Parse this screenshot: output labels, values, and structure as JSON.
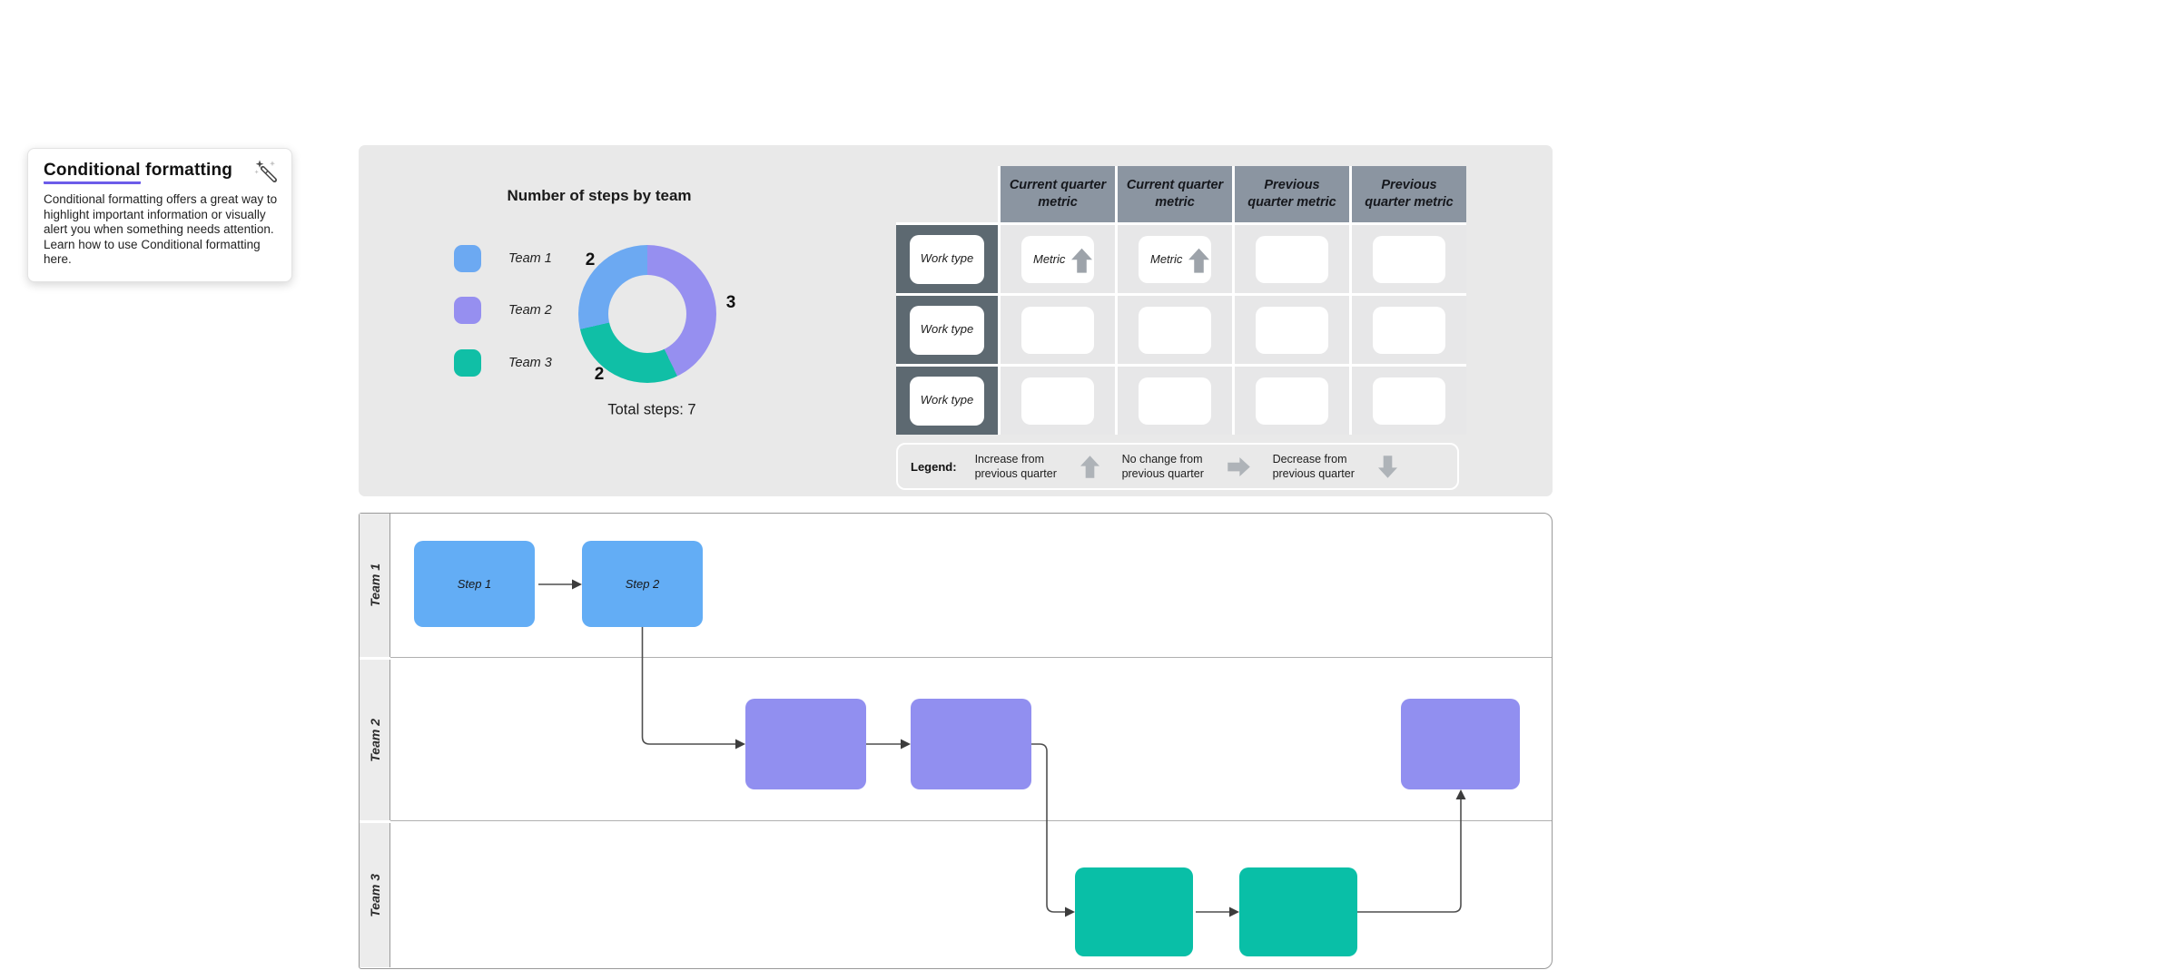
{
  "tooltip": {
    "title_underlined": "Conditional",
    "title_rest": " formatting",
    "body": "Conditional formatting offers a great way to highlight important information or visually alert you when something needs attention. Learn how to use Conditional formatting here.",
    "icon": "magic-wand-icon"
  },
  "chart_data": {
    "type": "pie",
    "donut": true,
    "title": "Number of steps by team",
    "categories": [
      "Team 1",
      "Team 2",
      "Team 3"
    ],
    "values": [
      2,
      3,
      2
    ],
    "legend": [
      {
        "label": "Team 1",
        "color": "#6ca9f2"
      },
      {
        "label": "Team 2",
        "color": "#968ff0"
      },
      {
        "label": "Team 3",
        "color": "#10bfa6"
      }
    ],
    "segments_clockwise_from_top": [
      {
        "name": "Team 2",
        "value": 3,
        "color": "#968ff0"
      },
      {
        "name": "Team 3",
        "value": 2,
        "color": "#10bfa6"
      },
      {
        "name": "Team 1",
        "value": 2,
        "color": "#6ca9f2"
      }
    ],
    "slice_labels": [
      "2",
      "3",
      "2"
    ],
    "total_label": "Total steps: 7",
    "legend_position": "left"
  },
  "table": {
    "column_headers": [
      "Current quarter metric",
      "Current quarter metric",
      "Previous quarter metric",
      "Previous quarter metric"
    ],
    "rows": [
      {
        "label": "Work type",
        "cells": [
          {
            "text": "Metric",
            "arrow": "up"
          },
          {
            "text": "Metric",
            "arrow": "up"
          },
          {
            "text": ""
          },
          {
            "text": ""
          }
        ]
      },
      {
        "label": "Work type",
        "cells": [
          {
            "text": ""
          },
          {
            "text": ""
          },
          {
            "text": ""
          },
          {
            "text": ""
          }
        ]
      },
      {
        "label": "Work type",
        "cells": [
          {
            "text": ""
          },
          {
            "text": ""
          },
          {
            "text": ""
          },
          {
            "text": ""
          }
        ]
      }
    ]
  },
  "quarter_legend": {
    "label": "Legend:",
    "items": [
      {
        "text": "Increase from previous quarter",
        "icon": "arrow-up-icon"
      },
      {
        "text": "No change from previous quarter",
        "icon": "arrow-right-icon"
      },
      {
        "text": "Decrease from previous quarter",
        "icon": "arrow-down-icon"
      }
    ]
  },
  "swimlane": {
    "lanes": [
      {
        "label": "Team 1"
      },
      {
        "label": "Team 2"
      },
      {
        "label": "Team 3"
      }
    ],
    "steps": [
      {
        "label": "Step 1",
        "lane": "Team 1",
        "color": "#63adf5"
      },
      {
        "label": "Step 2",
        "lane": "Team 1",
        "color": "#63adf5"
      },
      {
        "label": "",
        "lane": "Team 2",
        "color": "#918ff0"
      },
      {
        "label": "",
        "lane": "Team 2",
        "color": "#918ff0"
      },
      {
        "label": "",
        "lane": "Team 2",
        "color": "#918ff0"
      },
      {
        "label": "",
        "lane": "Team 3",
        "color": "#09bfa7"
      },
      {
        "label": "",
        "lane": "Team 3",
        "color": "#09bfa7"
      }
    ]
  },
  "colors": {
    "panel_bg": "#e9e9e9",
    "table_header_bg": "#8b95a1",
    "table_label_bg": "#5d6971",
    "table_cell_bg": "#e7e7e8",
    "metric_arrow": "#9da3aa",
    "legend_arrow": "#aeb3b8",
    "underline_accent": "#6c5ce9",
    "connector": "#4f4f4f",
    "lane_strip_bg": "#ececec"
  }
}
